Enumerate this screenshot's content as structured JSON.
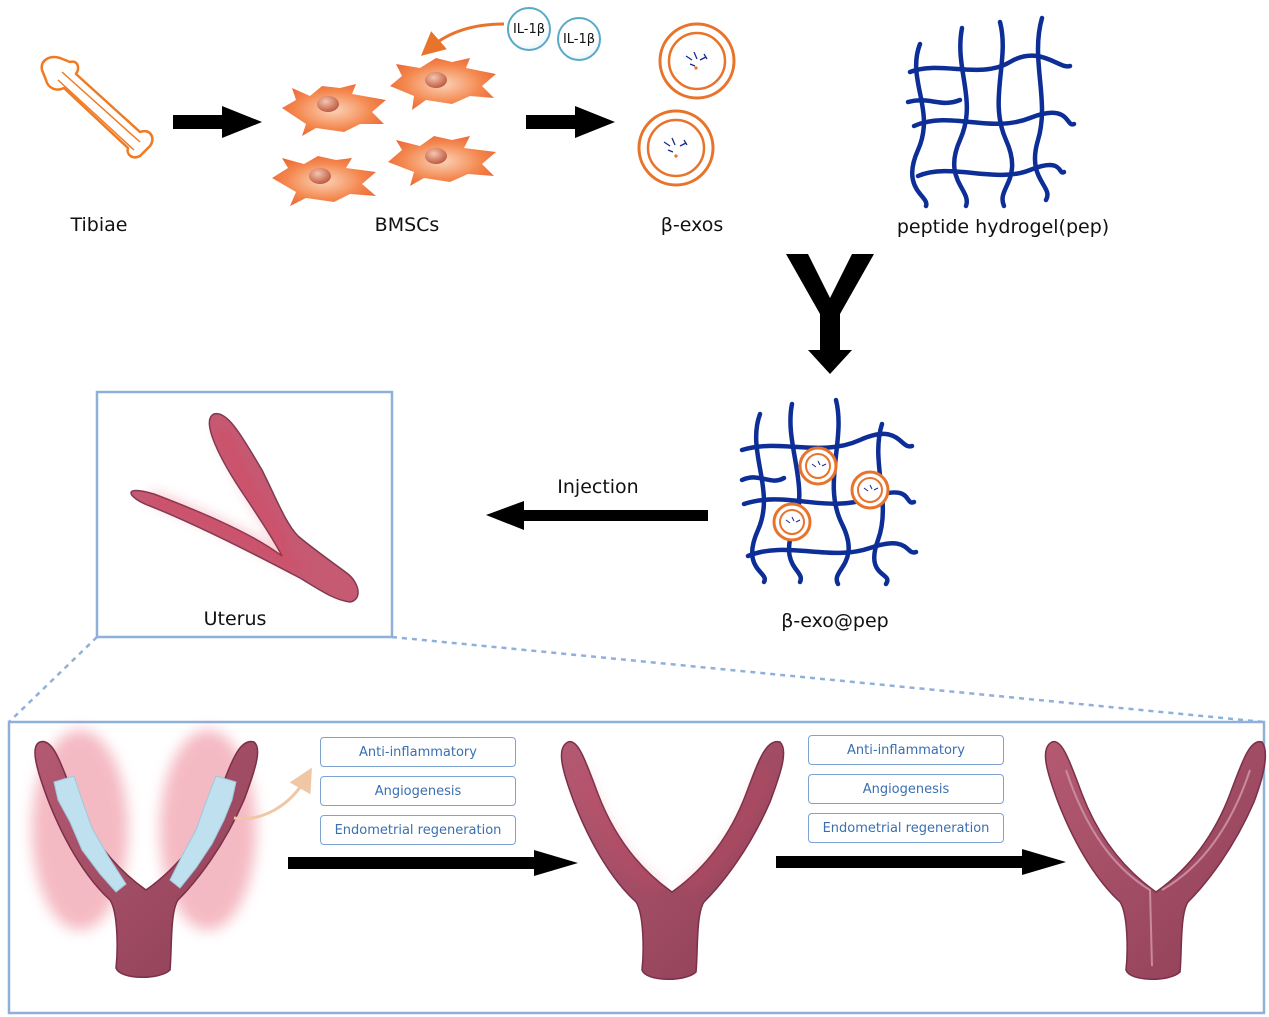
{
  "labels": {
    "tibiae": "Tibiae",
    "bmscs": "BMSCs",
    "exos": "β-exos",
    "hydrogel": "peptide hydrogel(pep)",
    "composite": "β-exo@pep",
    "injection": "Injection",
    "uterus": "Uterus",
    "il1b_a": "IL-1β",
    "il1b_b": "IL-1β"
  },
  "effects_stage1": [
    "Anti-inflammatory",
    "Angiogenesis",
    "Endometrial regeneration"
  ],
  "effects_stage2": [
    "Anti-inflammatory",
    "Angiogenesis",
    "Endometrial regeneration"
  ],
  "colors": {
    "orange": "#e8732a",
    "navy": "#0d2e96",
    "uterus": "#a8506a",
    "frame": "#8fb1d9"
  }
}
